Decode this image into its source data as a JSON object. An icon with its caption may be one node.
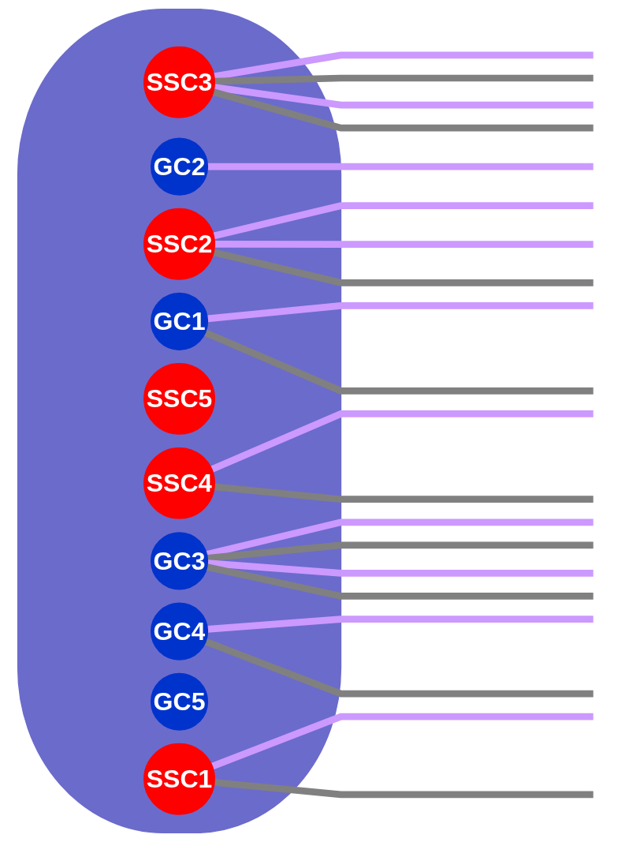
{
  "diagram": {
    "nodes": [
      {
        "text": [],
        "shape": "ellipse"
      },
      {
        "text": [
          "SSC3"
        ],
        "in": 0
      },
      {
        "text": [
          "GC2"
        ],
        "in": 0
      },
      {
        "text": [
          "SSC2"
        ],
        "in": 0
      },
      {
        "text": [
          "GC1"
        ],
        "in": 0
      },
      {
        "text": [
          "SSC5"
        ],
        "in": 0
      },
      {
        "text": [
          "SSC4"
        ],
        "in": 0
      },
      {
        "text": [
          "GC3"
        ],
        "in": 0
      },
      {
        "text": [
          "GC4"
        ],
        "in": 0
      },
      {
        "text": [
          "GC5"
        ],
        "in": 0
      },
      {
        "text": [
          "SSC1"
        ],
        "in": 0
      }
    ],
    "edges": [
      {
        "from": 1,
        "to": null,
        "arrow": "none",
        "color": "#cc99ff"
      },
      {
        "from": 1,
        "to": null,
        "arrow": "none",
        "color": "#808080"
      },
      {
        "from": 1,
        "to": null,
        "arrow": "none",
        "color": "#cc99ff"
      },
      {
        "from": 1,
        "to": null,
        "arrow": "none",
        "color": "#808080"
      },
      {
        "from": 2,
        "to": null,
        "arrow": "none",
        "color": "#cc99ff"
      },
      {
        "from": 3,
        "to": null,
        "arrow": "none",
        "color": "#cc99ff"
      },
      {
        "from": 3,
        "to": null,
        "arrow": "none",
        "color": "#cc99ff"
      },
      {
        "from": 3,
        "to": null,
        "arrow": "none",
        "color": "#808080"
      },
      {
        "from": 4,
        "to": null,
        "arrow": "none",
        "color": "#cc99ff"
      },
      {
        "from": 4,
        "to": null,
        "arrow": "none",
        "color": "#808080"
      },
      {
        "from": 6,
        "to": null,
        "arrow": "none",
        "color": "#cc99ff"
      },
      {
        "from": 6,
        "to": null,
        "arrow": "none",
        "color": "#808080"
      },
      {
        "from": 7,
        "to": null,
        "arrow": "none",
        "color": "#cc99ff"
      },
      {
        "from": 7,
        "to": null,
        "arrow": "none",
        "color": "#808080"
      },
      {
        "from": 7,
        "to": null,
        "arrow": "none",
        "color": "#cc99ff"
      },
      {
        "from": 7,
        "to": null,
        "arrow": "none",
        "color": "#808080"
      },
      {
        "from": 8,
        "to": null,
        "arrow": "none",
        "color": "#cc99ff"
      },
      {
        "from": 8,
        "to": null,
        "arrow": "none",
        "color": "#808080"
      },
      {
        "from": 10,
        "to": null,
        "arrow": "none",
        "color": "#cc99ff"
      },
      {
        "from": 10,
        "to": null,
        "arrow": "none",
        "color": "#808080"
      }
    ]
  }
}
